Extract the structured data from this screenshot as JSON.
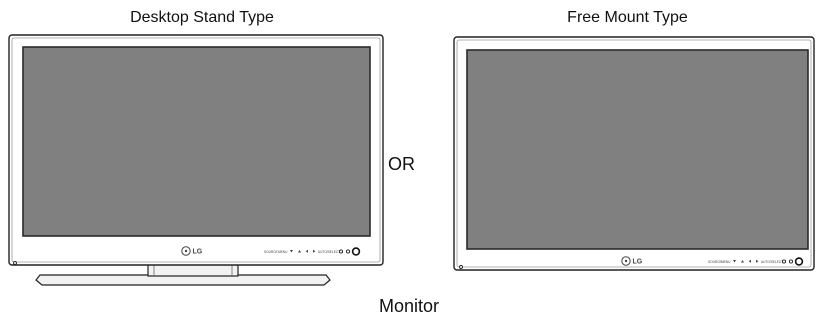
{
  "labels": {
    "left_title": "Desktop Stand Type",
    "right_title": "Free Mount Type",
    "or": "OR",
    "bottom": "Monitor"
  },
  "monitor": {
    "brand": "LG",
    "button_labels": [
      "SOURCE",
      "MENU",
      "AUTO/SELECT"
    ]
  },
  "colors": {
    "screen": "#808080",
    "bezel": "#ffffff",
    "outline": "#222222"
  },
  "icons": {
    "power_button": "power-button-icon",
    "logo": "lg-logo-icon"
  }
}
